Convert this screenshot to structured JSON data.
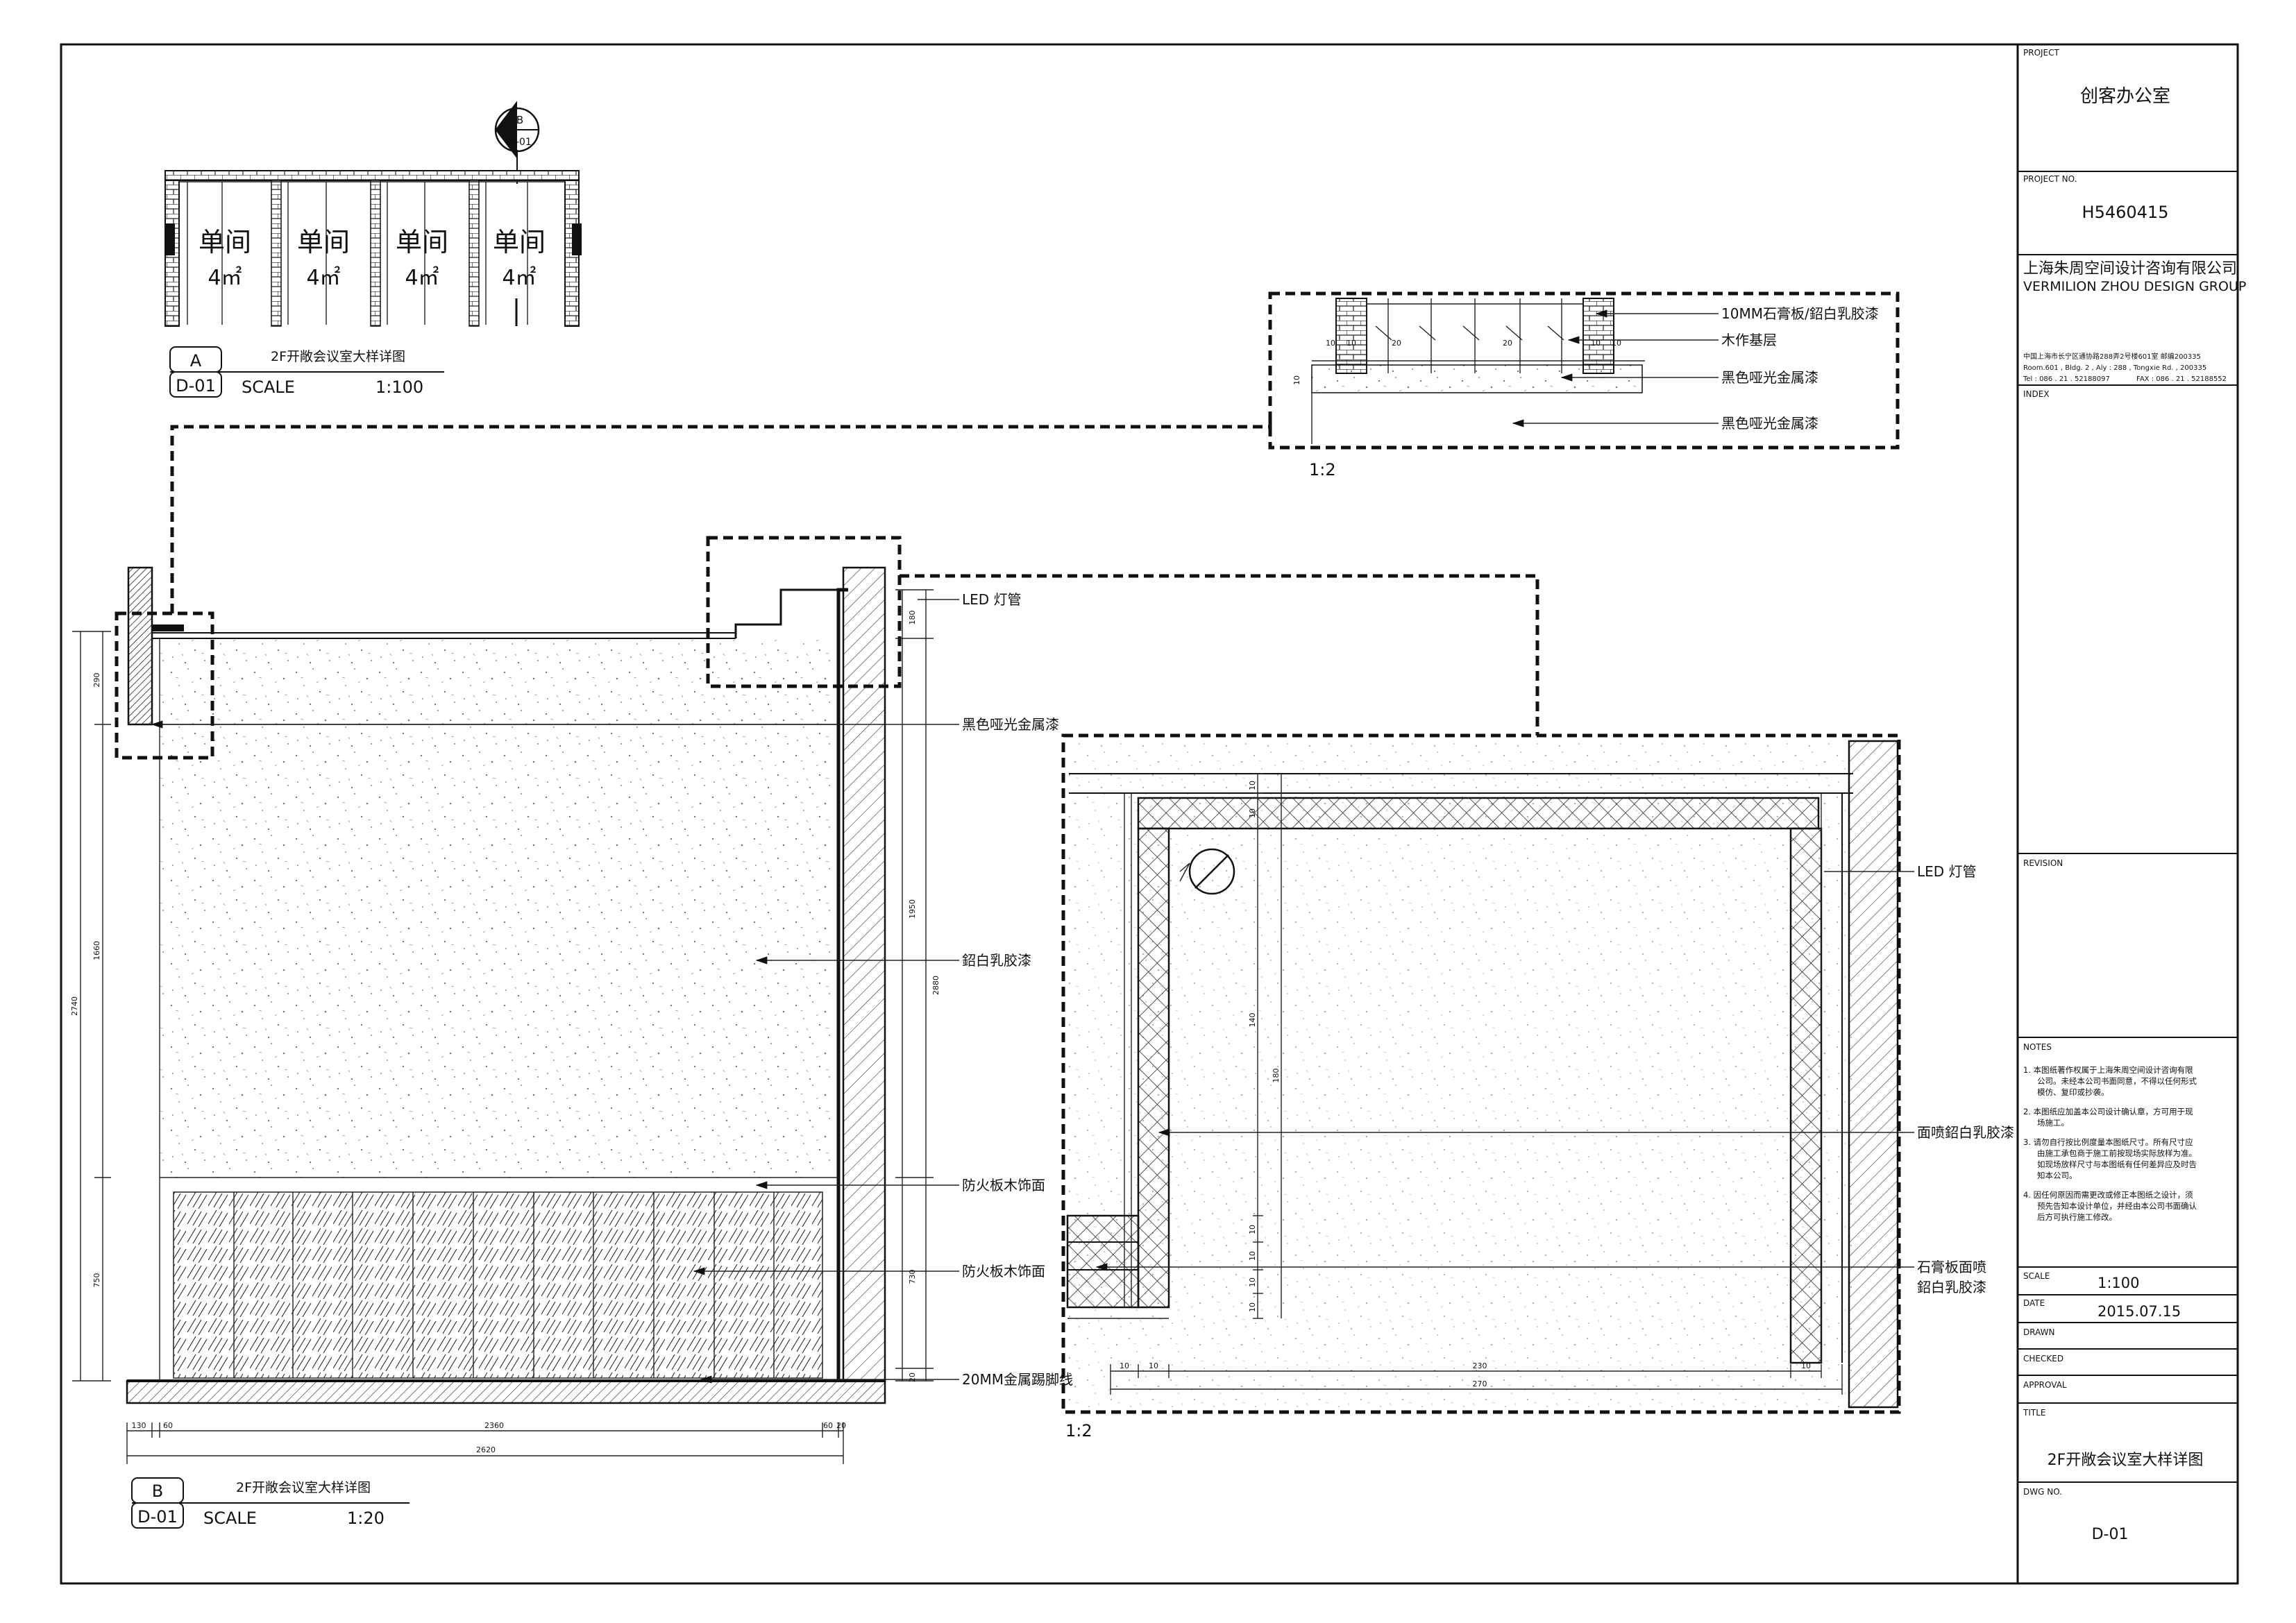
{
  "title_block": {
    "project_label": "PROJECT",
    "project_name": "创客办公室",
    "project_no_label": "PROJECT NO.",
    "project_no": "H5460415",
    "company_cn": "上海朱周空间设计咨询有限公司",
    "company_en": "VERMILION ZHOU DESIGN GROUP",
    "address_cn": "中国上海市长宁区通协路288弄2号楼601室 邮编200335",
    "address_en": "Room.601 , Bldg. 2 , Aly : 288 , Tongxie  Rd. , 200335",
    "tel": "Tel : 086 . 21 . 52188097",
    "fax": "FAX : 086 . 21 . 52188552",
    "index_label": "INDEX",
    "revision_label": "REVISION",
    "notes_label": "NOTES",
    "notes": [
      "1. 本图纸著作权属于上海朱周空间设计咨询有限",
      "公司。未经本公司书面同意，不得以任何形式",
      "模仿、复印或抄袭。",
      "2. 本图纸应加盖本公司设计确认章，方可用于现",
      "场施工。",
      "3. 请勿自行按比例度量本图纸尺寸。所有尺寸应",
      "由施工承包商于施工前按现场实际放样为准。",
      "如现场放样尺寸与本图纸有任何差异应及时告",
      "知本公司。",
      "4. 因任何原因而需更改或修正本图纸之设计，须",
      "预先告知本设计单位，并经由本公司书面确认",
      "后方可执行施工修改。"
    ],
    "scale_label": "SCALE",
    "scale": "1:100",
    "date_label": "DATE",
    "date": "2015.07.15",
    "drawn_label": "DRAWN",
    "checked_label": "CHECKED",
    "approval_label": "APPROVAL",
    "title_label": "TITLE",
    "title": "2F开敞会议室大样详图",
    "dwg_no_label": "DWG NO.",
    "dwg_no": "D-01"
  },
  "plan_a": {
    "section_marker_top": "B",
    "section_marker_bottom": "D-01",
    "rooms": [
      {
        "name": "单间",
        "area": "4㎡"
      },
      {
        "name": "单间",
        "area": "4㎡"
      },
      {
        "name": "单间",
        "area": "4㎡"
      },
      {
        "name": "单间",
        "area": "4㎡"
      }
    ],
    "tag_letter": "A",
    "tag_sheet": "D-01",
    "title": "2F开敞会议室大样详图",
    "scale_label": "SCALE",
    "scale": "1:100"
  },
  "elevation_b": {
    "labels": [
      "LED 灯管",
      "黑色哑光金属漆",
      "鉊白乳胶漆",
      "防火板木饰面",
      "防火板木饰面",
      "20MM金属踢脚线"
    ],
    "left_dims": [
      "290",
      "1660",
      "2740",
      "750"
    ],
    "right_dims": [
      "180",
      "1950",
      "2880",
      "730",
      "20"
    ],
    "bottom_dims": [
      "130",
      "60",
      "2360",
      "60",
      "20"
    ],
    "bottom_total": "2620",
    "tag_letter": "B",
    "tag_sheet": "D-01",
    "title": "2F开敞会议室大样详图",
    "scale_label": "SCALE",
    "scale": "1:20"
  },
  "detail_top": {
    "labels": [
      "10MM石膏板/鉊白乳胶漆",
      "木作基层",
      "黑色哑光金属漆",
      "黑色哑光金属漆"
    ],
    "dims": [
      "10",
      "10",
      "20",
      "20",
      "10",
      "10"
    ],
    "side_dim": "10",
    "scale": "1:2"
  },
  "detail_large": {
    "labels": [
      "LED 灯管",
      "面喷鉊白乳胶漆",
      "石膏板面喷",
      "鉊白乳胶漆"
    ],
    "top_dims": [
      "10",
      "10"
    ],
    "mid_dims": [
      "140",
      "180"
    ],
    "small_dims": [
      "10",
      "10",
      "10",
      "10"
    ],
    "bottom_dims": [
      "10",
      "10",
      "230",
      "10",
      "270"
    ],
    "scale": "1:2"
  }
}
